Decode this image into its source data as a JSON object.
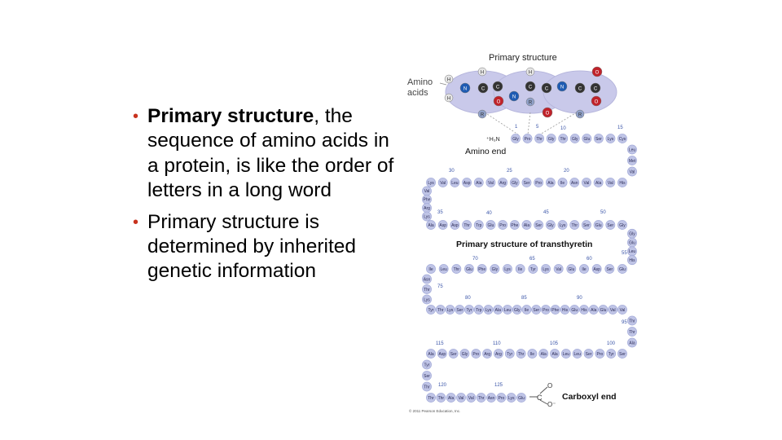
{
  "bullets": [
    {
      "bold": "Primary structure",
      "rest": ", the sequence of amino acids in a protein, is like the order of letters in a long word"
    },
    {
      "bold": "",
      "rest": "Primary structure is determined by inherited genetic information"
    }
  ],
  "figure": {
    "top_label": "Primary structure",
    "side_label_line1": "Amino",
    "side_label_line2": "acids",
    "amino_end_label": "Amino end",
    "amino_group_label": "⁺H₃N",
    "center_label": "Primary structure of transthyretin",
    "carboxyl_end_label": "Carboxyl end",
    "copyright": "© 2011 Pearson Education, Inc.",
    "molecule_atoms": [
      "H",
      "N",
      "C",
      "C",
      "O",
      "R",
      "H",
      "N",
      "C",
      "C",
      "O",
      "R",
      "H",
      "N",
      "C",
      "C",
      "O",
      "R",
      "H",
      "O"
    ],
    "rows": [
      [
        "Gly",
        "Pro",
        "Thr",
        "Gly",
        "Thr",
        "Gly",
        "Glu",
        "Ser",
        "Lys",
        "Cys"
      ],
      [
        "Lys",
        "Val",
        "Leu",
        "Asp",
        "Ala",
        "Val",
        "Arg",
        "Gly",
        "Ser",
        "Pro",
        "Ala",
        "Ile",
        "Asn",
        "Val",
        "Ala",
        "Val",
        "His"
      ],
      [
        "Ala",
        "Asp",
        "Asp",
        "Thr",
        "Trp",
        "Glu",
        "Pro",
        "Phe",
        "Ala",
        "Ser",
        "Gly",
        "Lys",
        "Thr",
        "Ser",
        "Glu",
        "Ser",
        "Gly"
      ],
      [
        "Ile",
        "Leu",
        "Thr",
        "Glu",
        "Phe",
        "Gly",
        "Lys",
        "Ile",
        "Tyr",
        "Lys",
        "Val",
        "Glu",
        "Ile",
        "Asp",
        "Ser",
        "Glu"
      ],
      [
        "Tyr",
        "Thr",
        "Lys",
        "Ser",
        "Tyr",
        "Trp",
        "Lys",
        "Ala",
        "Leu",
        "Gly",
        "Ile",
        "Ser",
        "Pro",
        "Phe",
        "His",
        "Glu",
        "His",
        "Ala",
        "Glu",
        "Val",
        "Val"
      ],
      [
        "Ala",
        "Asp",
        "Ser",
        "Gly",
        "Pro",
        "Arg",
        "Arg",
        "Tyr",
        "Thr",
        "Ile",
        "Ala",
        "Ala",
        "Leu",
        "Leu",
        "Ser",
        "Pro",
        "Tyr",
        "Ser"
      ],
      [
        "Thr",
        "Thr",
        "Ala",
        "Val",
        "Val",
        "Thr",
        "Asn",
        "Pro",
        "Lys",
        "Glu"
      ]
    ],
    "turns": {
      "right1": [
        "Leu",
        "Met",
        "Val"
      ],
      "left1": [
        "Val",
        "Phe",
        "Arg",
        "Lys"
      ],
      "right2": [
        "Gly",
        "Glu",
        "Leu",
        "His"
      ],
      "left2": [
        "Asn",
        "Thr",
        "Lys"
      ],
      "right3": [
        "Thr",
        "Thr",
        "Ala"
      ],
      "left3": [
        "Tyr",
        "Ser",
        "Thr"
      ]
    },
    "numbers": [
      "1",
      "5",
      "10",
      "15",
      "20",
      "25",
      "30",
      "35",
      "40",
      "45",
      "50",
      "55",
      "60",
      "65",
      "70",
      "75",
      "80",
      "85",
      "90",
      "95",
      "100",
      "105",
      "110",
      "115",
      "120",
      "125"
    ]
  }
}
